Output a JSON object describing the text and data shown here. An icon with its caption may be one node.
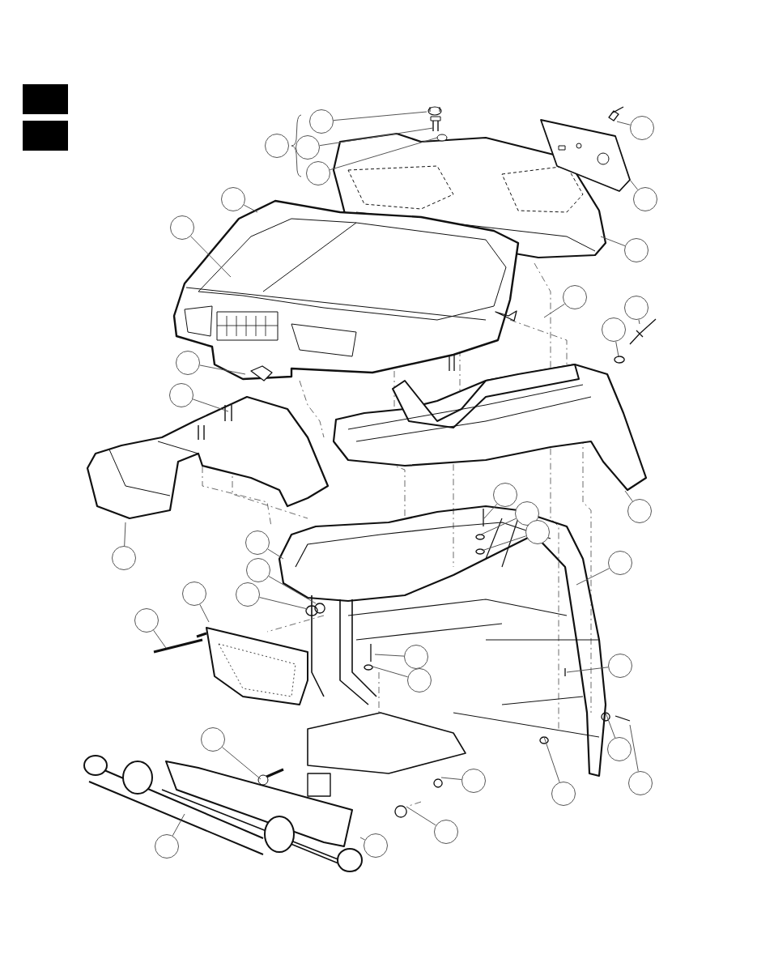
{
  "diagram": {
    "nodes": [
      {
        "text": [],
        "shape": "circle"
      },
      {
        "text": [],
        "shape": "circle"
      },
      {
        "text": [],
        "shape": "circle"
      },
      {
        "text": [],
        "shape": "circle"
      },
      {
        "text": [],
        "shape": "circle"
      },
      {
        "text": [],
        "shape": "circle"
      },
      {
        "text": [],
        "shape": "circle"
      },
      {
        "text": [],
        "shape": "circle"
      },
      {
        "text": [],
        "shape": "circle"
      },
      {
        "text": [],
        "shape": "circle"
      },
      {
        "text": [],
        "shape": "circle"
      },
      {
        "text": [],
        "shape": "circle"
      },
      {
        "text": [],
        "shape": "circle"
      },
      {
        "text": [],
        "shape": "circle"
      },
      {
        "text": [],
        "shape": "circle"
      },
      {
        "text": [],
        "shape": "circle"
      },
      {
        "text": [],
        "shape": "circle"
      },
      {
        "text": [],
        "shape": "circle"
      },
      {
        "text": [],
        "shape": "circle"
      },
      {
        "text": [],
        "shape": "circle"
      },
      {
        "text": [],
        "shape": "circle"
      },
      {
        "text": [],
        "shape": "circle"
      },
      {
        "text": [],
        "shape": "circle"
      },
      {
        "text": [],
        "shape": "circle"
      },
      {
        "text": [],
        "shape": "circle"
      },
      {
        "text": [],
        "shape": "circle"
      },
      {
        "text": [],
        "shape": "circle"
      },
      {
        "text": [],
        "shape": "circle"
      },
      {
        "text": [],
        "shape": "circle"
      },
      {
        "text": [],
        "shape": "circle"
      },
      {
        "text": [],
        "shape": "circle"
      },
      {
        "text": [],
        "shape": "circle"
      },
      {
        "text": [],
        "shape": "circle"
      },
      {
        "text": [],
        "shape": "circle"
      },
      {
        "text": [],
        "shape": "circle"
      },
      {
        "text": [],
        "shape": "circle"
      }
    ],
    "edges": [
      {
        "from": 0,
        "to": null,
        "arrow": "none"
      },
      {
        "from": 2,
        "to": null,
        "arrow": "none"
      },
      {
        "from": 3,
        "to": null,
        "arrow": "none"
      },
      {
        "from": 4,
        "to": null,
        "arrow": "none"
      },
      {
        "from": 5,
        "to": null,
        "arrow": "none"
      },
      {
        "from": 6,
        "to": null,
        "arrow": "none"
      },
      {
        "from": 7,
        "to": null,
        "arrow": "none"
      },
      {
        "from": 8,
        "to": null,
        "arrow": "none"
      },
      {
        "from": 9,
        "to": null,
        "arrow": "none"
      },
      {
        "from": 10,
        "to": null,
        "arrow": "none"
      },
      {
        "from": 11,
        "to": null,
        "arrow": "none"
      },
      {
        "from": 12,
        "to": null,
        "arrow": "none"
      },
      {
        "from": 13,
        "to": null,
        "arrow": "none"
      },
      {
        "from": 14,
        "to": null,
        "arrow": "none"
      },
      {
        "from": 15,
        "to": null,
        "arrow": "none"
      },
      {
        "from": 16,
        "to": null,
        "arrow": "none"
      },
      {
        "from": 17,
        "to": null,
        "arrow": "none"
      },
      {
        "from": 18,
        "to": null,
        "arrow": "none"
      },
      {
        "from": 19,
        "to": null,
        "arrow": "none"
      },
      {
        "from": 20,
        "to": null,
        "arrow": "none"
      },
      {
        "from": 21,
        "to": null,
        "arrow": "none"
      },
      {
        "from": 22,
        "to": null,
        "arrow": "none"
      },
      {
        "from": 23,
        "to": null,
        "arrow": "none"
      },
      {
        "from": 24,
        "to": null,
        "arrow": "none"
      },
      {
        "from": 25,
        "to": null,
        "arrow": "none"
      },
      {
        "from": 26,
        "to": null,
        "arrow": "none"
      },
      {
        "from": 27,
        "to": null,
        "arrow": "none"
      },
      {
        "from": 28,
        "to": null,
        "arrow": "none"
      },
      {
        "from": 29,
        "to": null,
        "arrow": "none"
      },
      {
        "from": 30,
        "to": null,
        "arrow": "none"
      },
      {
        "from": 31,
        "to": null,
        "arrow": "none"
      },
      {
        "from": 32,
        "to": null,
        "arrow": "none"
      },
      {
        "from": 33,
        "to": null,
        "arrow": "none"
      },
      {
        "from": 34,
        "to": null,
        "arrow": "none"
      },
      {
        "from": 35,
        "to": null,
        "arrow": "none"
      }
    ]
  }
}
